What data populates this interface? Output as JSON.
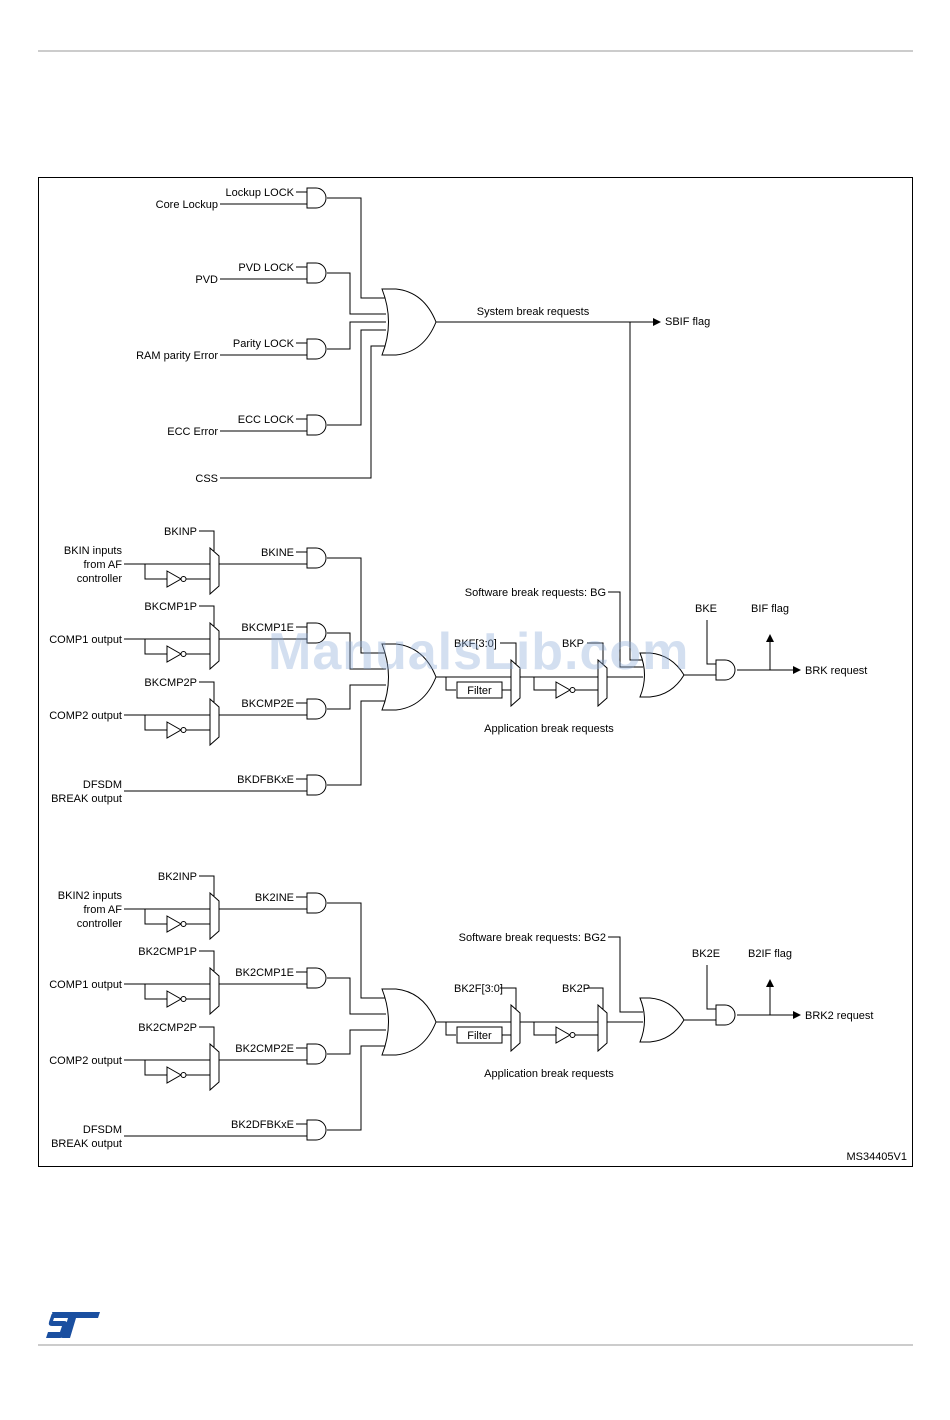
{
  "watermark": "ManualsLib.com",
  "figure_id": "MS34405V1",
  "logo_text": "ST",
  "colors": {
    "logo": "#1a4fa0",
    "watermark": "#8caad7",
    "rule": "#9a9a9a"
  },
  "system": {
    "inputs": [
      {
        "signal": "Core Lockup",
        "enable": "Lockup LOCK"
      },
      {
        "signal": "PVD",
        "enable": "PVD LOCK"
      },
      {
        "signal": "RAM parity Error",
        "enable": "Parity LOCK"
      },
      {
        "signal": "ECC Error",
        "enable": "ECC LOCK"
      }
    ],
    "css": "CSS",
    "requests": "System break requests",
    "flag": "SBIF flag"
  },
  "brk": {
    "sources": [
      {
        "label": [
          "BKIN inputs",
          "from AF",
          "controller"
        ],
        "polarity": "BKINP",
        "enable": "BKINE"
      },
      {
        "label": [
          "COMP1 output"
        ],
        "polarity": "BKCMP1P",
        "enable": "BKCMP1E"
      },
      {
        "label": [
          "COMP2 output"
        ],
        "polarity": "BKCMP2P",
        "enable": "BKCMP2E"
      },
      {
        "label": [
          "DFSDM",
          "BREAK output"
        ],
        "enable": "BKDFBKxE"
      }
    ],
    "software": "Software break requests: BG",
    "filter_field": "BKF[3:0]",
    "filter": "Filter",
    "polarity": "BKP",
    "app_requests": "Application break requests",
    "enable": "BKE",
    "flag": "BIF flag",
    "request": "BRK request"
  },
  "brk2": {
    "sources": [
      {
        "label": [
          "BKIN2 inputs",
          "from AF",
          "controller"
        ],
        "polarity": "BK2INP",
        "enable": "BK2INE"
      },
      {
        "label": [
          "COMP1 output"
        ],
        "polarity": "BK2CMP1P",
        "enable": "BK2CMP1E"
      },
      {
        "label": [
          "COMP2 output"
        ],
        "polarity": "BK2CMP2P",
        "enable": "BK2CMP2E"
      },
      {
        "label": [
          "DFSDM",
          "BREAK output"
        ],
        "enable": "BK2DFBKxE"
      }
    ],
    "software": "Software break requests: BG2",
    "filter_field": "BK2F[3:0]",
    "filter": "Filter",
    "polarity": "BK2P",
    "app_requests": "Application break requests",
    "enable": "BK2E",
    "flag": "B2IF flag",
    "request": "BRK2 request"
  }
}
